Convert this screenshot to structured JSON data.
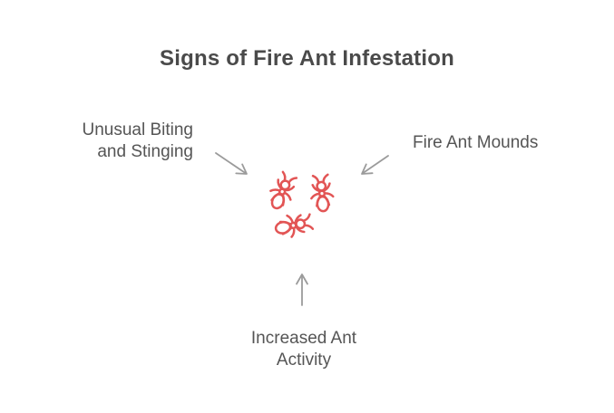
{
  "title": "Signs of Fire Ant Infestation",
  "labels": {
    "left": {
      "lines": [
        "Unusual Biting",
        "and Stinging"
      ]
    },
    "right": {
      "lines": [
        "Fire Ant Mounds"
      ]
    },
    "bottom": {
      "lines": [
        "Increased Ant",
        "Activity"
      ]
    }
  },
  "center_illustration": {
    "icon": "ant-icon",
    "ant_count": 3
  },
  "arrows": [
    "arrow-down-right",
    "arrow-down-left",
    "arrow-up"
  ],
  "colors": {
    "ant_red": "#e25555",
    "arrow_gray": "#9b9b9b",
    "title_text": "#4a4a4a",
    "label_text": "#555555",
    "background": "#ffffff"
  }
}
